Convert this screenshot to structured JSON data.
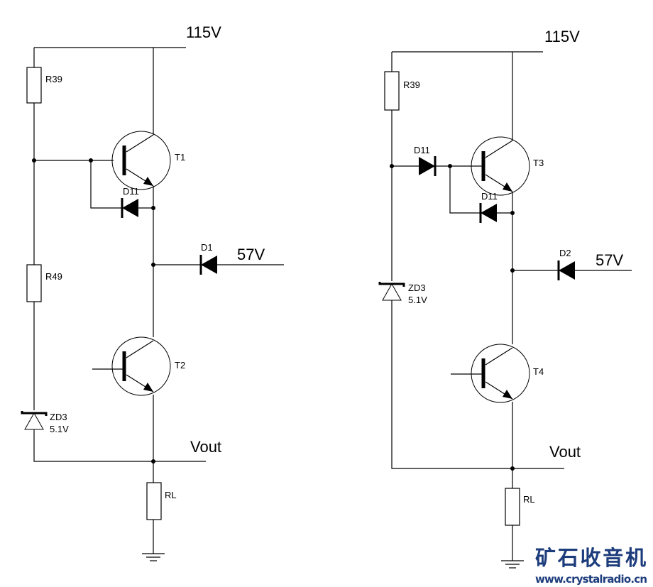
{
  "left_circuit": {
    "supply": "115V",
    "r_top": "R39",
    "r_mid": "R49",
    "transistor_top": "T1",
    "transistor_bottom": "T2",
    "diode_feedback": "D11",
    "diode_input": "D1",
    "input_voltage": "57V",
    "zener": "ZD3",
    "zener_value": "5.1V",
    "output": "Vout",
    "load": "RL"
  },
  "right_circuit": {
    "supply": "115V",
    "r_top": "R39",
    "transistor_top": "T3",
    "transistor_bottom": "T4",
    "diode_series": "D11",
    "diode_feedback": "D11",
    "diode_input": "D2",
    "input_voltage": "57V",
    "zener": "ZD3",
    "zener_value": "5.1V",
    "output": "Vout",
    "load": "RL"
  },
  "watermark": {
    "title": "矿石收音机",
    "url": "www.crystalradio.cn",
    "color": "#1d3c7c"
  }
}
